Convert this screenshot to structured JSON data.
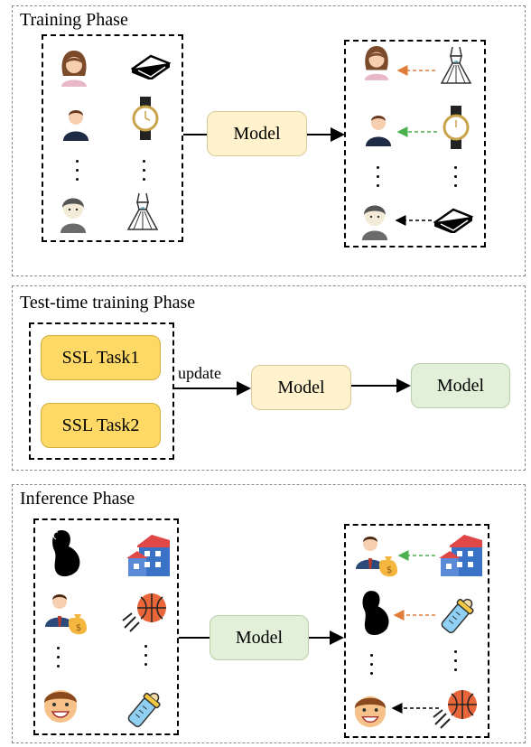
{
  "panels": {
    "training": {
      "title": "Training Phase",
      "model_label": "Model"
    },
    "ttt": {
      "title": "Test-time training Phase",
      "task1": "SSL Task1",
      "task2": "SSL Task2",
      "update_label": "update",
      "model_label_1": "Model",
      "model_label_2": "Model"
    },
    "inference": {
      "title": "Inference Phase",
      "model_label": "Model"
    }
  },
  "icons": {
    "training_input": [
      "woman-avatar-icon",
      "book-icon",
      "man-avatar-icon",
      "watch-icon",
      "boy-avatar-icon",
      "dress-icon"
    ],
    "training_output": [
      {
        "user": "woman-avatar-icon",
        "item": "dress-icon",
        "arrow_color": "#e07b39"
      },
      {
        "user": "man-avatar-icon",
        "item": "watch-icon",
        "arrow_color": "#4caf50"
      },
      {
        "user": "boy-avatar-icon",
        "item": "book-icon",
        "arrow_color": "#000000"
      }
    ],
    "inference_input": [
      "pregnant-woman-icon",
      "house-icon",
      "businessman-icon",
      "basketball-icon",
      "smiling-boy-icon",
      "baby-bottle-icon"
    ],
    "inference_output": [
      {
        "user": "businessman-icon",
        "item": "house-icon",
        "arrow_color": "#4caf50"
      },
      {
        "user": "pregnant-woman-icon",
        "item": "baby-bottle-icon",
        "arrow_color": "#e07b39"
      },
      {
        "user": "smiling-boy-icon",
        "item": "basketball-icon",
        "arrow_color": "#000000"
      }
    ]
  },
  "colors": {
    "model_yellow": "#fff2cc",
    "model_green": "#e2f0d9",
    "ssl_task": "#ffd966"
  }
}
